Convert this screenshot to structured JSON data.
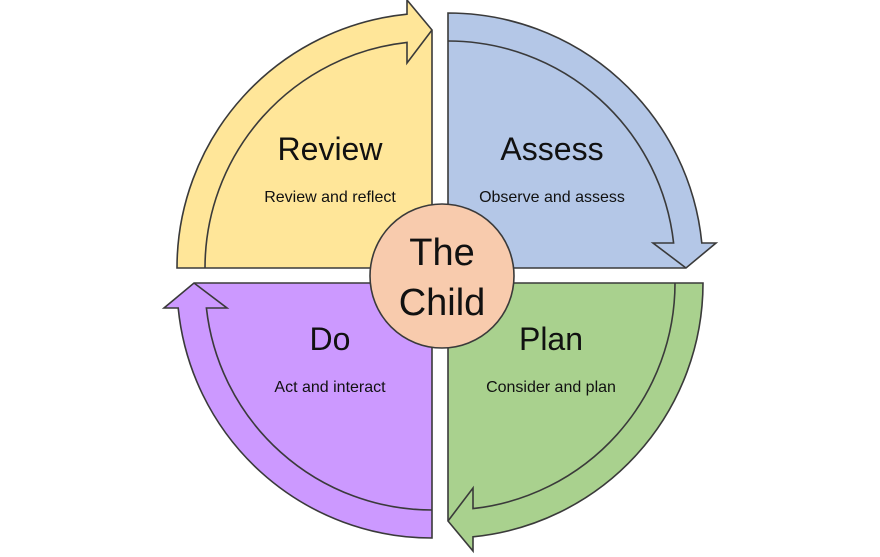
{
  "center": {
    "line1": "The",
    "line2": "Child",
    "color": "#f8cbad"
  },
  "quadrants": {
    "review": {
      "title": "Review",
      "subtitle": "Review and reflect",
      "color": "#ffe699"
    },
    "assess": {
      "title": "Assess",
      "subtitle": "Observe and assess",
      "color": "#b4c7e7"
    },
    "plan": {
      "title": "Plan",
      "subtitle": "Consider and plan",
      "color": "#a9d18e"
    },
    "do": {
      "title": "Do",
      "subtitle": "Act and interact",
      "color": "#cc99ff"
    }
  }
}
